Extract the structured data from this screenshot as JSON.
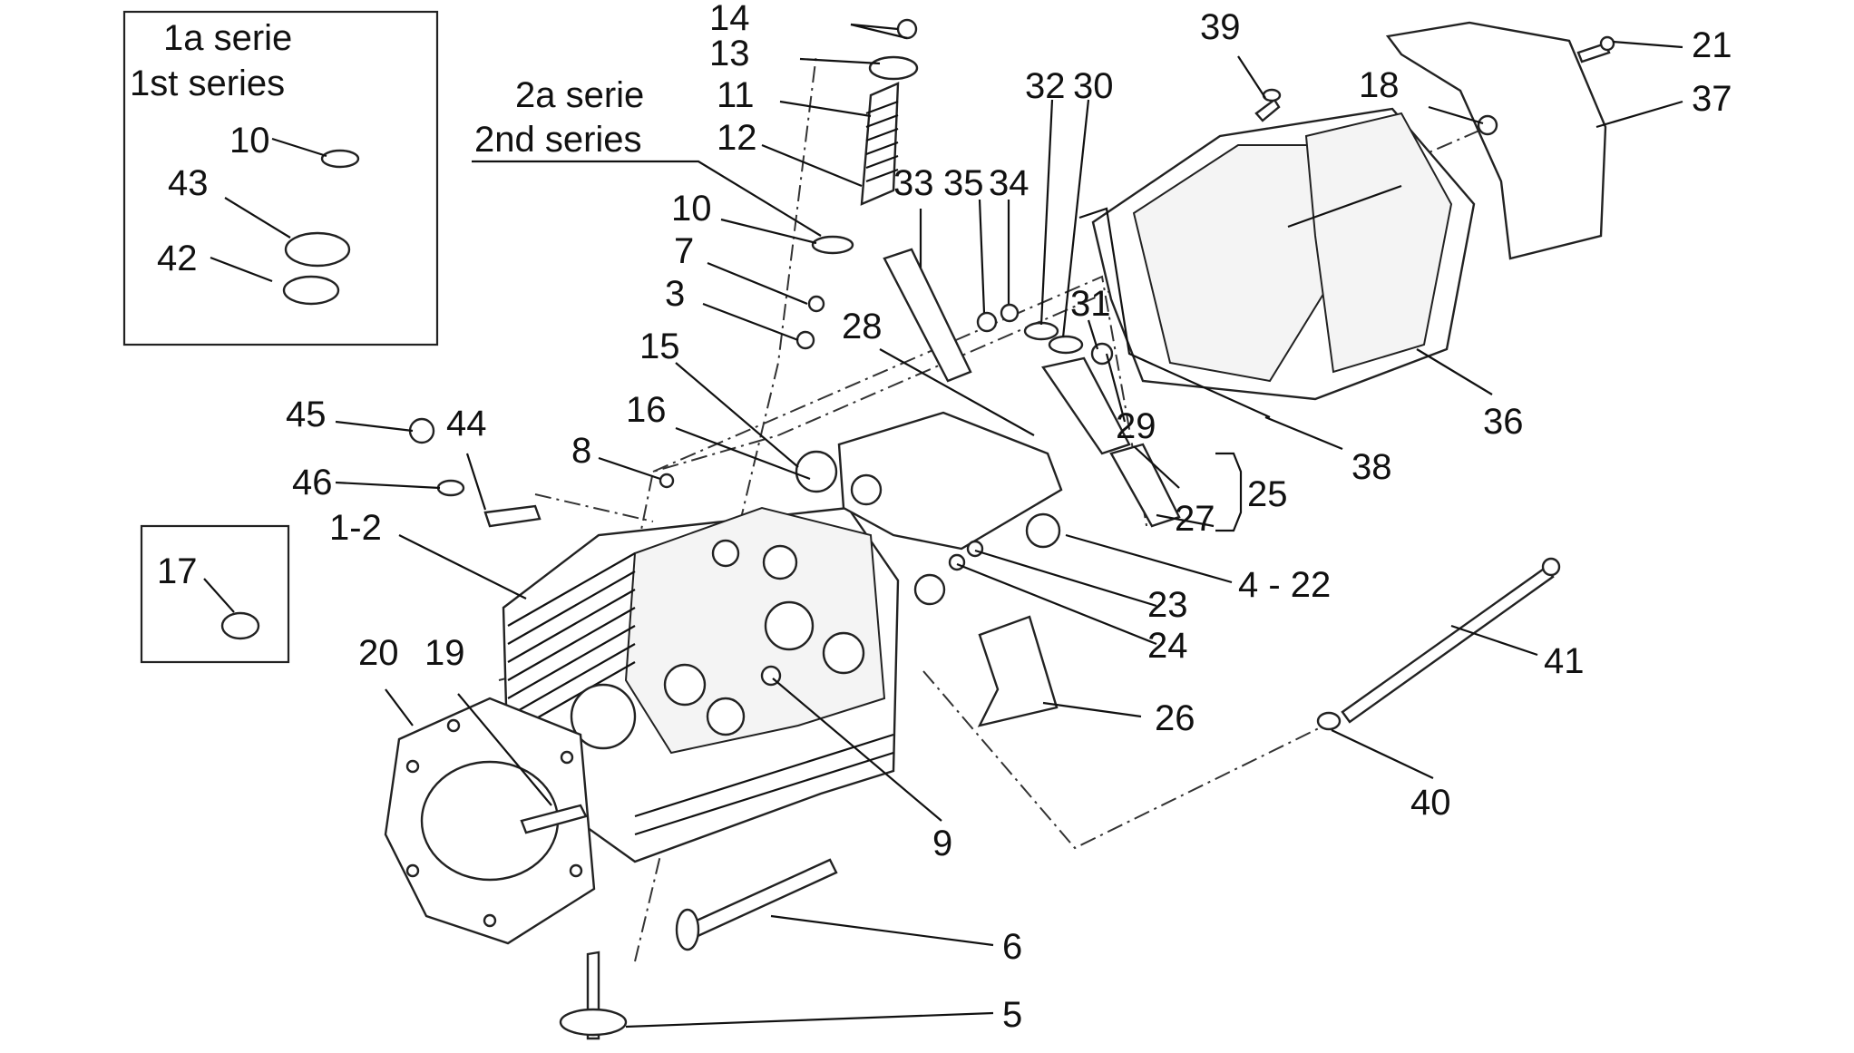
{
  "captions": {
    "series1_it": "1a serie",
    "series1_en": "1st series",
    "series2_it": "2a serie",
    "series2_en": "2nd series"
  },
  "labels": {
    "l14": "14",
    "l13": "13",
    "l11": "11",
    "l12": "12",
    "l10a": "10",
    "l7": "7",
    "l3": "3",
    "l15": "15",
    "l16": "16",
    "l8": "8",
    "l45": "45",
    "l44": "44",
    "l46": "46",
    "l12b": "1-2",
    "l17": "17",
    "l20": "20",
    "l19": "19",
    "l9": "9",
    "l6": "6",
    "l5": "5",
    "l10b": "10",
    "l43": "43",
    "l42": "42",
    "l33": "33",
    "l35": "35",
    "l34": "34",
    "l32": "32",
    "l30": "30",
    "l28": "28",
    "l31": "31",
    "l29": "29",
    "l27": "27",
    "l25": "25",
    "l422": "4 - 22",
    "l23": "23",
    "l24": "24",
    "l26": "26",
    "l39": "39",
    "l18": "18",
    "l21": "21",
    "l37": "37",
    "l36": "36",
    "l38": "38",
    "l41": "41",
    "l40": "40"
  }
}
